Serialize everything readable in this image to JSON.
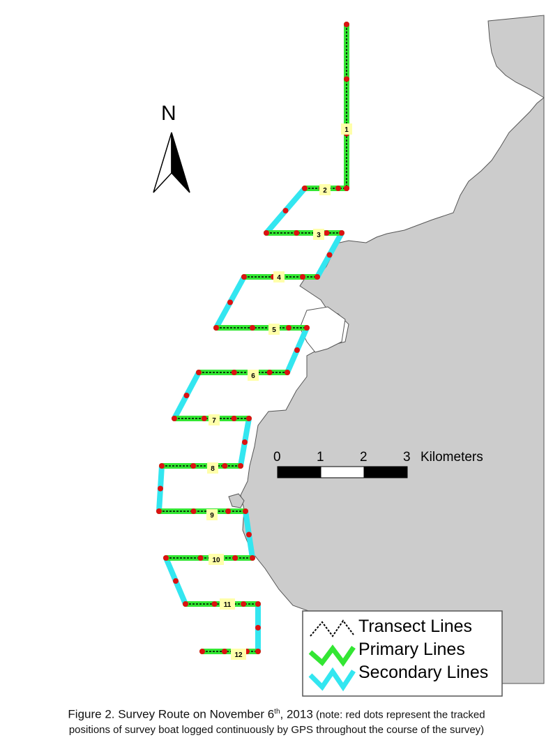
{
  "north_arrow": {
    "label": "N"
  },
  "scale_bar": {
    "ticks": [
      "0",
      "1",
      "2",
      "3"
    ],
    "unit": "Kilometers"
  },
  "legend": {
    "items": [
      {
        "label": "Transect Lines",
        "color": "#000000",
        "style": "dashed"
      },
      {
        "label": "Primary Lines",
        "color": "#33e633",
        "style": "solid"
      },
      {
        "label": "Secondary Lines",
        "color": "#33e6f0",
        "style": "solid"
      }
    ]
  },
  "transect_labels": [
    "1",
    "2",
    "3",
    "4",
    "5",
    "6",
    "7",
    "8",
    "9",
    "10",
    "11",
    "12"
  ],
  "colors": {
    "land": "#cccccc",
    "primary": "#33e633",
    "secondary": "#33e6f0",
    "gps_dot": "#dd1111",
    "label_box": "#ffffaa"
  },
  "caption": {
    "prefix": "Figure 2.  Survey Route on November 6",
    "sup": "th",
    "date_suffix": ", 2013",
    "note_start": " (note: red dots represent the tracked",
    "note_end": "positions of survey boat logged continuously by GPS throughout the course of the survey)"
  }
}
